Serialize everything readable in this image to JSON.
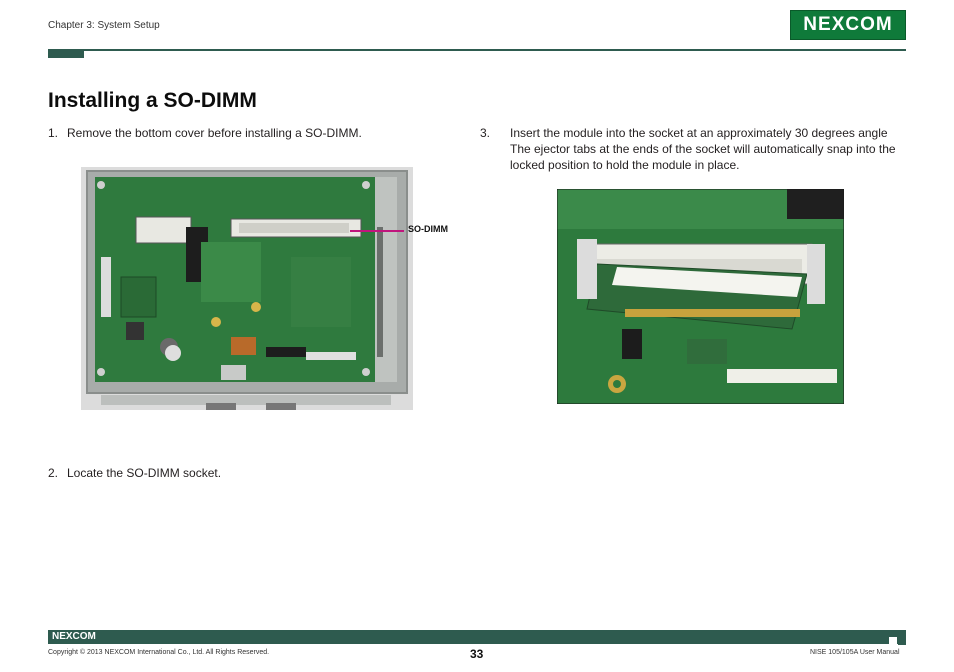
{
  "header": {
    "chapter": "Chapter 3: System Setup",
    "logo_text": "NEXCOM"
  },
  "page_title": "Installing a SO-DIMM",
  "steps": [
    {
      "number": "1.",
      "text": "Remove the bottom cover before installing a SO-DIMM."
    },
    {
      "number": "2.",
      "text": "Locate the SO-DIMM socket."
    },
    {
      "number": "3.",
      "text": "Insert the module into the socket at an approximately 30 degrees angle The ejector tabs at the ends of the socket will automatically snap into the locked position to hold the module in place."
    }
  ],
  "callout": {
    "label": "SO-DIMM"
  },
  "footer": {
    "logo_text": "NEXCOM",
    "copyright": "Copyright © 2013 NEXCOM International Co., Ltd. All Rights Reserved.",
    "page_number": "33",
    "manual": "NISE 105/105A User Manual"
  },
  "colors": {
    "brand_green": "#0f7a3a",
    "rule": "#2e5b4f",
    "callout": "#c0157d"
  }
}
